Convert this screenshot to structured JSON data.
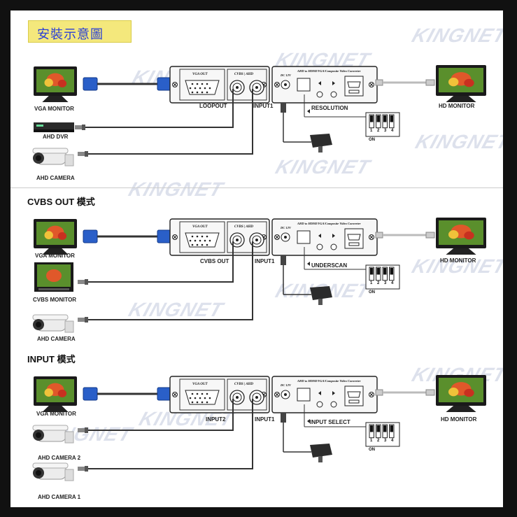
{
  "header": {
    "title": "安裝示意圖"
  },
  "watermark": {
    "text": "KINGNET"
  },
  "sections": [
    {
      "mode_title": "",
      "left_devices": [
        "VGA MONITOR",
        "AHD DVR",
        "AHD CAMERA"
      ],
      "port_left": "LOOPOUT",
      "port_right": "INPUT1",
      "button_label": "RESOLUTION",
      "output_device": "HD   MONITOR"
    },
    {
      "mode_title": "CVBS OUT  模式",
      "left_devices": [
        "VGA MONITOR",
        "CVBS MONITOR",
        "AHD CAMERA"
      ],
      "port_left": "CVBS OUT",
      "port_right": "INPUT1",
      "button_label": "UNDERSCAN",
      "output_device": "HD   MONITOR"
    },
    {
      "mode_title": "INPUT  模式",
      "left_devices": [
        "VGA MONITOR",
        "AHD CAMERA 2",
        "AHD CAMERA 1"
      ],
      "port_left": "INPUT2",
      "port_right": "INPUT1",
      "button_label": "INPUT  SELECT",
      "output_device": "HD   MONITOR"
    }
  ],
  "device_labels": {
    "vga_out": "VGA OUT",
    "cvbs_ahd": "CVBS | AHD",
    "converter_name": "AHD to HDMI/VGA/Composite Video Converter",
    "dc_in": "DC 12V",
    "dip_on": "ON",
    "dip_numbers": [
      "1",
      "2",
      "3",
      "4"
    ]
  },
  "colors": {
    "title_bg": "#f4e87c",
    "title_text": "#2a3fd6",
    "vga_blue": "#2a5fc8",
    "watermark": "#dde1ec"
  }
}
